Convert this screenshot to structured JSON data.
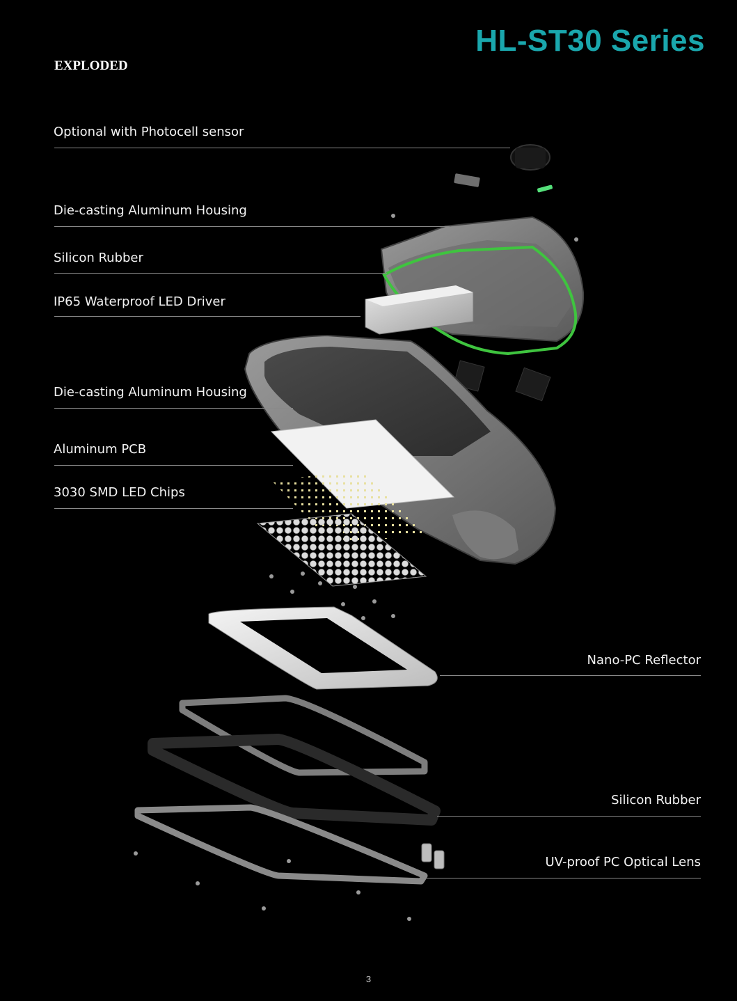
{
  "header": {
    "title": "HL-ST30 Series",
    "section": "EXPLODED"
  },
  "labels": {
    "photocell": "Optional with Photocell sensor",
    "housing_top": "Die-casting Aluminum Housing",
    "rubber_top": "Silicon Rubber",
    "driver": "IP65 Waterproof LED Driver",
    "housing_main": "Die-casting Aluminum Housing",
    "pcb": "Aluminum PCB",
    "chips": "3030 SMD LED Chips",
    "reflector": "Nano-PC Reflector",
    "rubber_bottom": "Silicon Rubber",
    "lens": "UV-proof PC Optical Lens"
  },
  "footer": {
    "page_number": "3"
  },
  "colors": {
    "accent": "#1aa7ad",
    "background": "#000000",
    "gasket_green": "#3fc43f"
  }
}
